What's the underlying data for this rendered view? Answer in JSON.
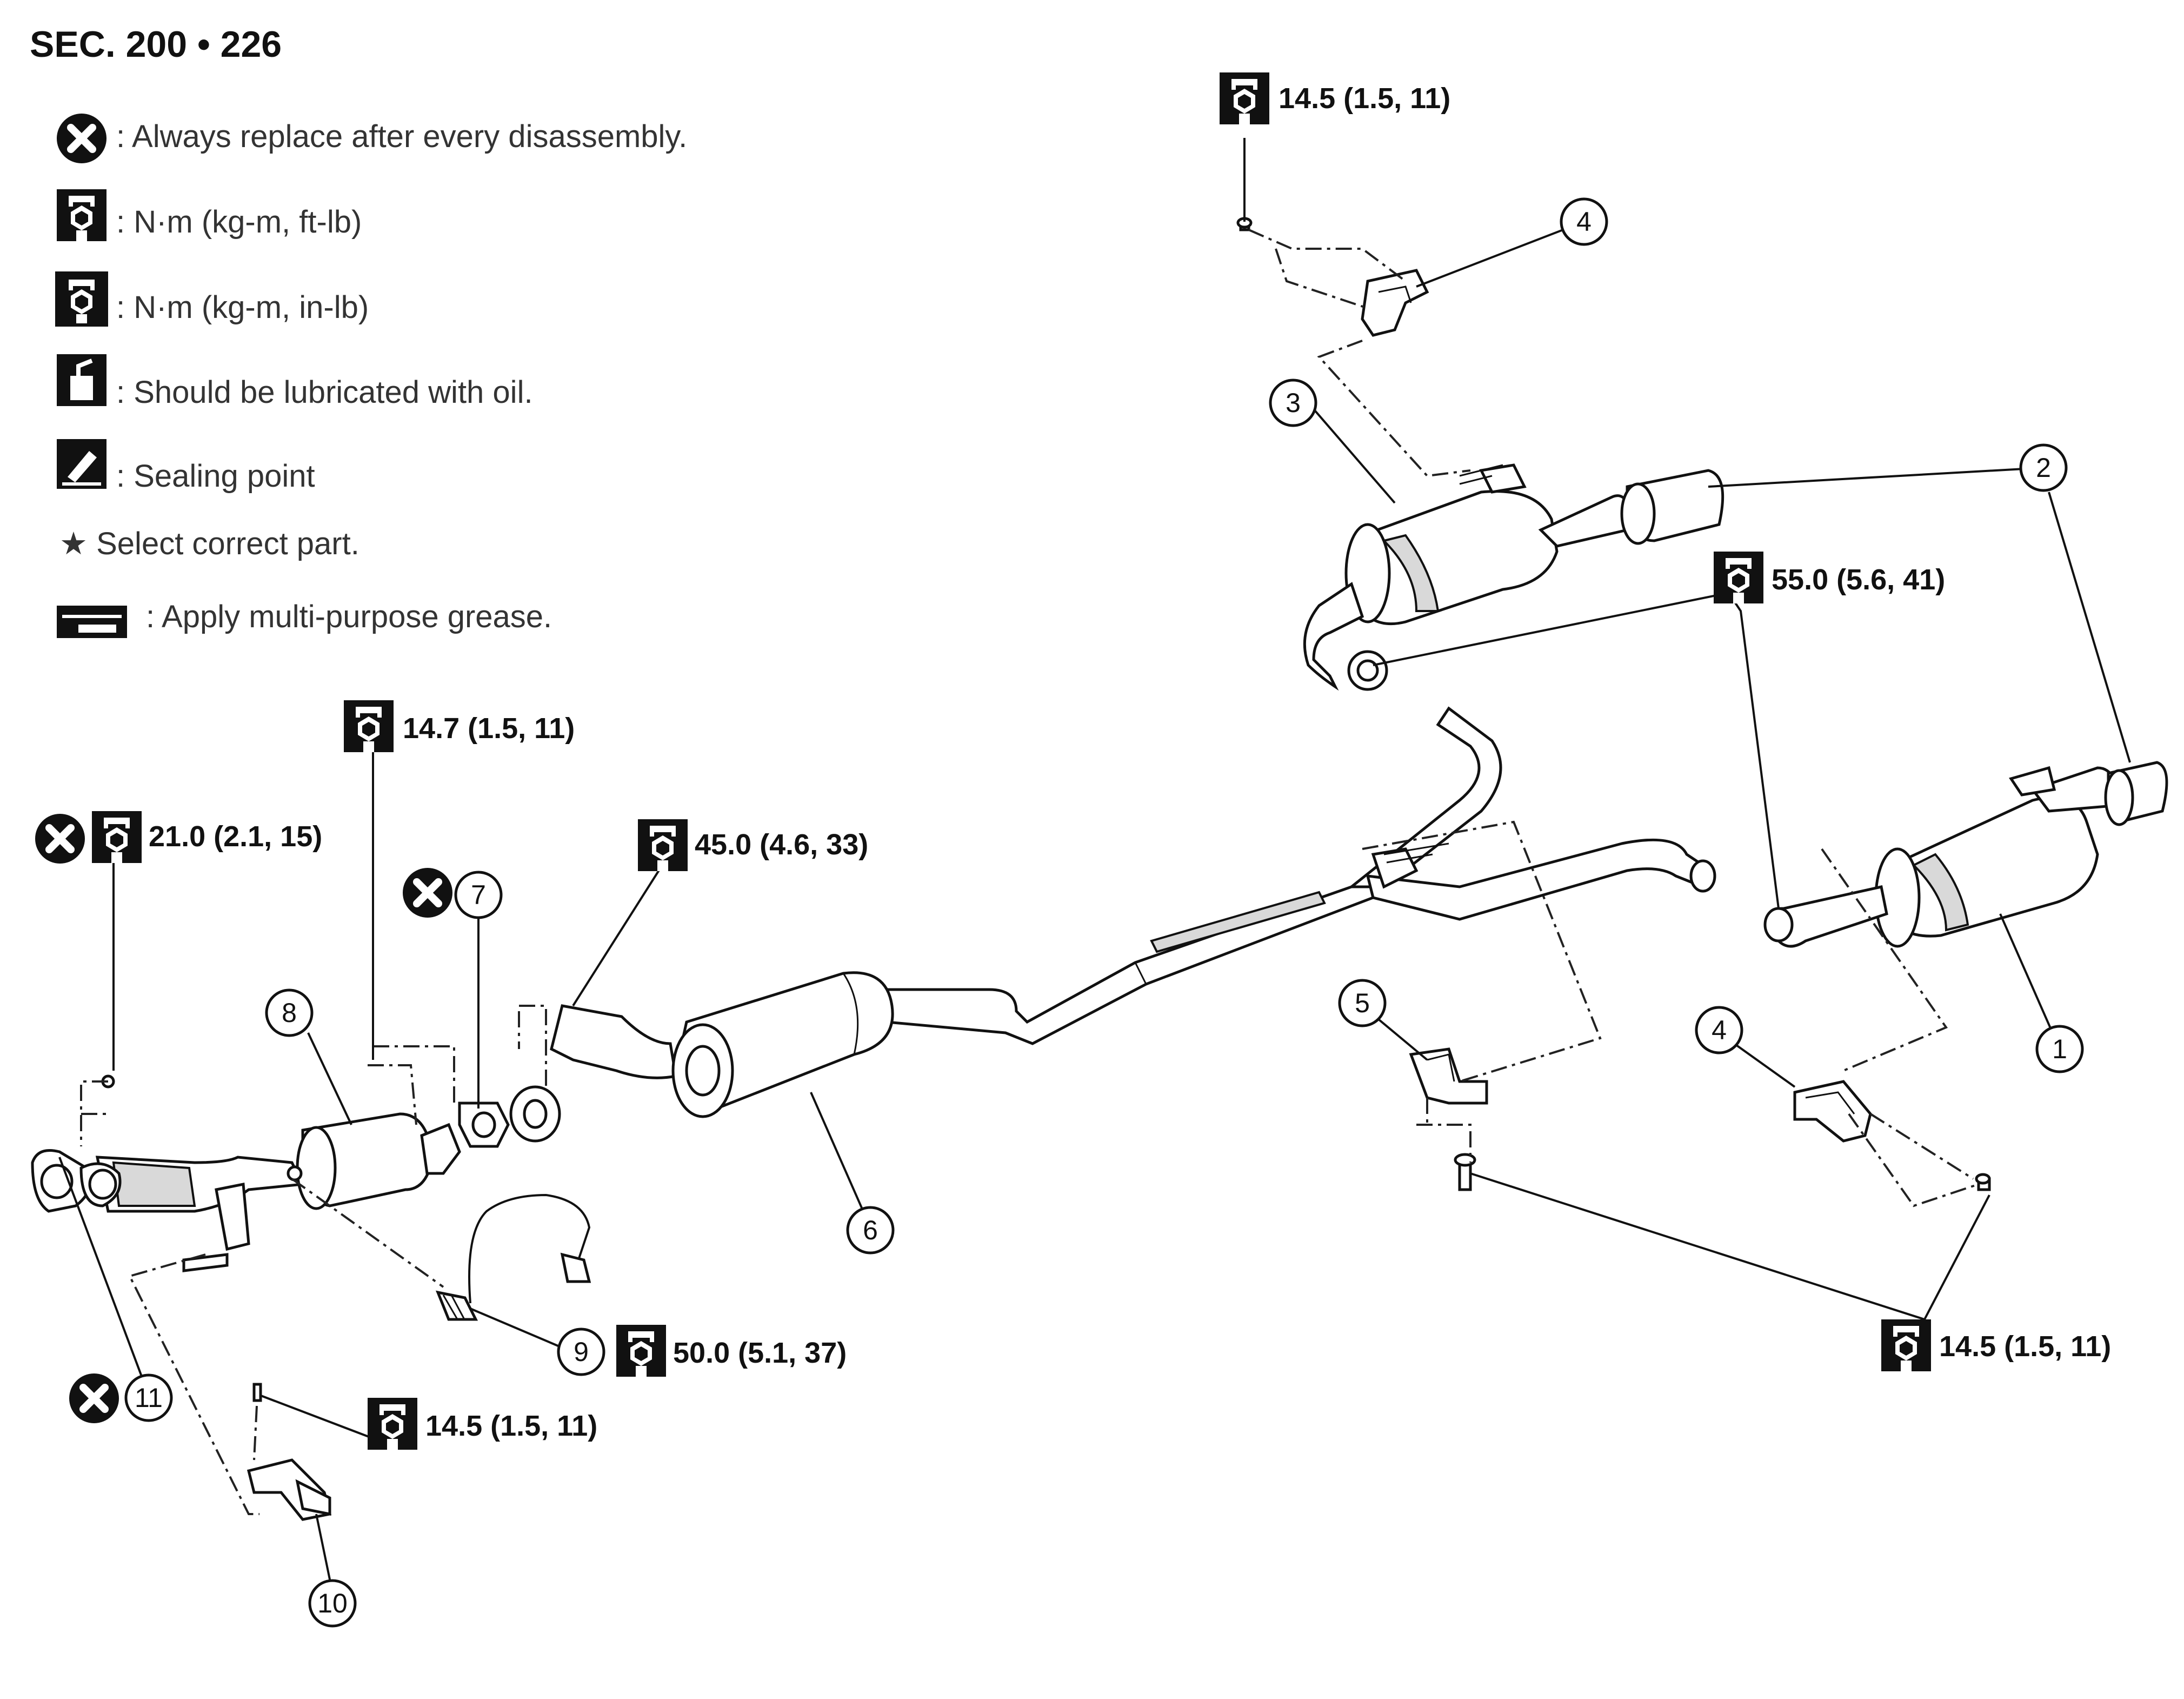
{
  "section": "SEC. 200 • 226",
  "legend": [
    {
      "icon": "x-circle-icon",
      "text": ": Always replace after every disassembly."
    },
    {
      "icon": "torque-wrench-icon",
      "text": ": N·m (kg-m, ft-lb)"
    },
    {
      "icon": "torque-wrench-inlb-icon",
      "text": ": N·m (kg-m, in-lb)"
    },
    {
      "icon": "oil-can-icon",
      "text": ": Should be lubricated with oil."
    },
    {
      "icon": "sealing-point-icon",
      "text": ": Sealing point"
    },
    {
      "icon": "star-icon",
      "text": "★ Select correct part."
    },
    {
      "icon": "grease-icon",
      "text": ": Apply multi-purpose grease."
    }
  ],
  "torque_specs": {
    "t1": "14.5 (1.5, 11)",
    "t2": "55.0 (5.6, 41)",
    "t3": "14.7 (1.5, 11)",
    "t4": "21.0 (2.1, 15)",
    "t5": "45.0 (4.6, 33)",
    "t6": "50.0 (5.1, 37)",
    "t7": "14.5 (1.5, 11)",
    "t8": "14.5 (1.5, 11)"
  },
  "callouts": {
    "c1": "1",
    "c2": "2",
    "c3": "3",
    "c4a": "4",
    "c4b": "4",
    "c5": "5",
    "c6": "6",
    "c7": "7",
    "c8": "8",
    "c9": "9",
    "c10": "10",
    "c11": "11"
  }
}
